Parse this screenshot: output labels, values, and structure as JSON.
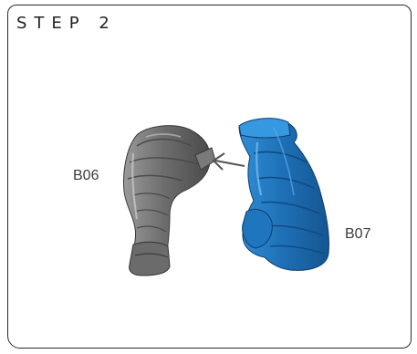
{
  "step": {
    "title": "STEP 2"
  },
  "parts": {
    "left": {
      "label": "B06",
      "color": "#8c8c8c"
    },
    "right": {
      "label": "B07",
      "color": "#2f86c9"
    }
  },
  "assembly_arrow": {
    "direction": "left",
    "color": "#555555"
  }
}
